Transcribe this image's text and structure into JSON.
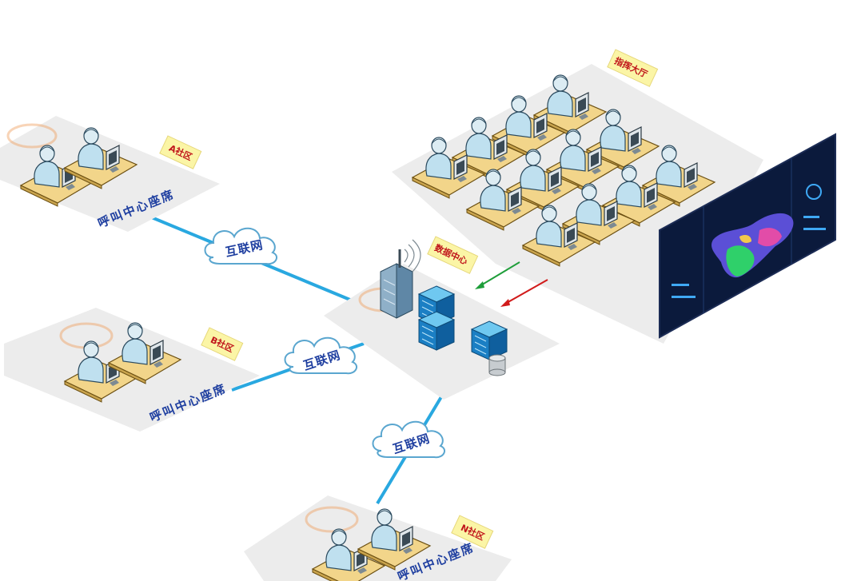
{
  "colors": {
    "platform": "#ececec",
    "link": "#29a8e0",
    "tag_bg": "#fbf5a6",
    "tag_text": "#c0141a",
    "seat_text": "#1f3fa0",
    "green_arrow": "#1f9e3a",
    "red_arrow": "#d11b1b",
    "screen_bg": "#0b1a3c"
  },
  "nodes": {
    "community_a": {
      "tag": "A社区",
      "seat_label": "呼叫中心座席"
    },
    "community_b": {
      "tag": "B社区",
      "seat_label": "呼叫中心座席"
    },
    "community_n": {
      "tag": "N社区",
      "seat_label": "呼叫中心座席"
    },
    "data_center": {
      "tag": "数据中心"
    },
    "command_hall": {
      "tag": "指挥大厅"
    }
  },
  "links": {
    "internet_a": "互联网",
    "internet_b": "互联网",
    "internet_n": "互联网"
  },
  "icons": [
    "operator-desk-icon",
    "cell-tower-icon",
    "office-building-icon",
    "server-rack-icon",
    "database-icon",
    "cloud-icon",
    "display-wall-icon"
  ]
}
